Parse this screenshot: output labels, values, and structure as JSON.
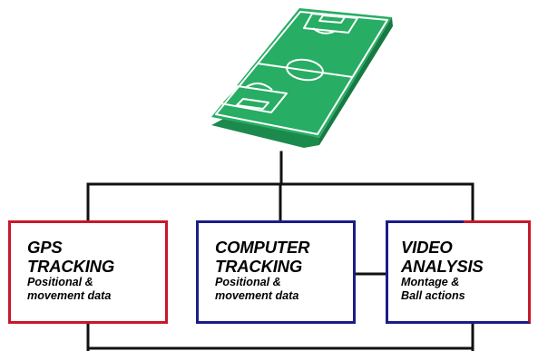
{
  "colors": {
    "pitch_grass": "#27ad64",
    "pitch_side": "#1c8a4c",
    "pitch_lines": "#ffffff",
    "connector": "#111111",
    "red_border": "#c8182a",
    "blue_border": "#1b1d86"
  },
  "icons": {
    "pitch": "football-pitch-icon"
  },
  "boxes": {
    "gps": {
      "title_line1": "GPS",
      "title_line2": "TRACKING",
      "sub_line1": "Positional &",
      "sub_line2": "movement data"
    },
    "computer": {
      "title_line1": "COMPUTER",
      "title_line2": "TRACKING",
      "sub_line1": "Positional &",
      "sub_line2": "movement data"
    },
    "video": {
      "title_line1": "VIDEO",
      "title_line2": "ANALYSIS",
      "sub_line1": "Montage &",
      "sub_line2": "Ball actions"
    }
  }
}
